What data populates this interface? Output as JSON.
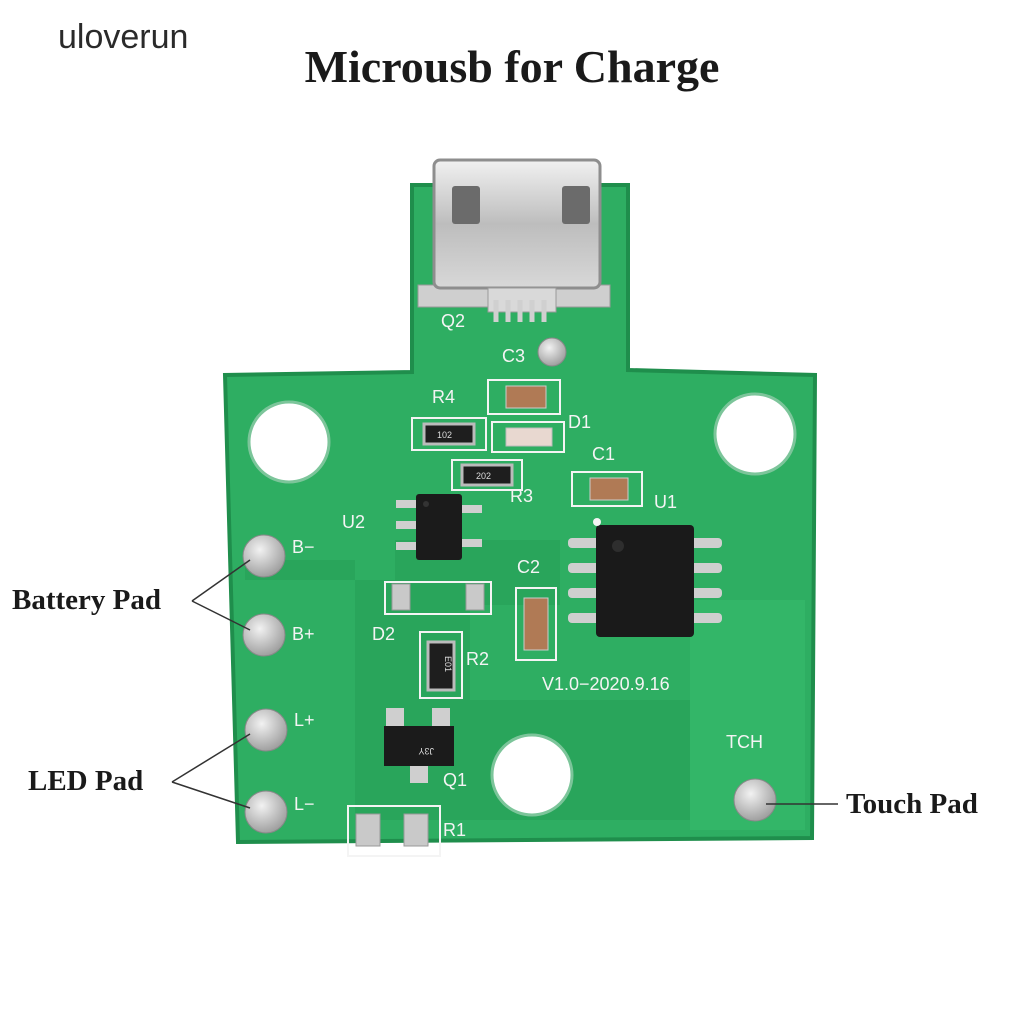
{
  "brand": "uloverun",
  "title": "Microusb for Charge",
  "callouts": {
    "battery_pad": "Battery Pad",
    "led_pad": "LED Pad",
    "touch_pad": "Touch Pad"
  },
  "silkscreen": {
    "q2": "Q2",
    "c3": "C3",
    "r4": "R4",
    "d1": "D1",
    "c1": "C1",
    "r3": "R3",
    "u1": "U1",
    "u2": "U2",
    "c2": "C2",
    "d2": "D2",
    "r2": "R2",
    "q1": "Q1",
    "r1": "R1",
    "b_minus": "B−",
    "b_plus": "B+",
    "l_plus": "L+",
    "l_minus": "L−",
    "tch": "TCH",
    "version": "V1.0−2020.9.16"
  },
  "component_marks": {
    "r4_code": "102",
    "r3_code": "202",
    "r2_code": "E01",
    "q1_code": "J3Y"
  },
  "colors": {
    "pcb_green": "#2eae62",
    "pcb_edge": "#1f8e4c",
    "silkscreen": "#f4f4f4",
    "pad_silver": "#c9c9c9"
  }
}
